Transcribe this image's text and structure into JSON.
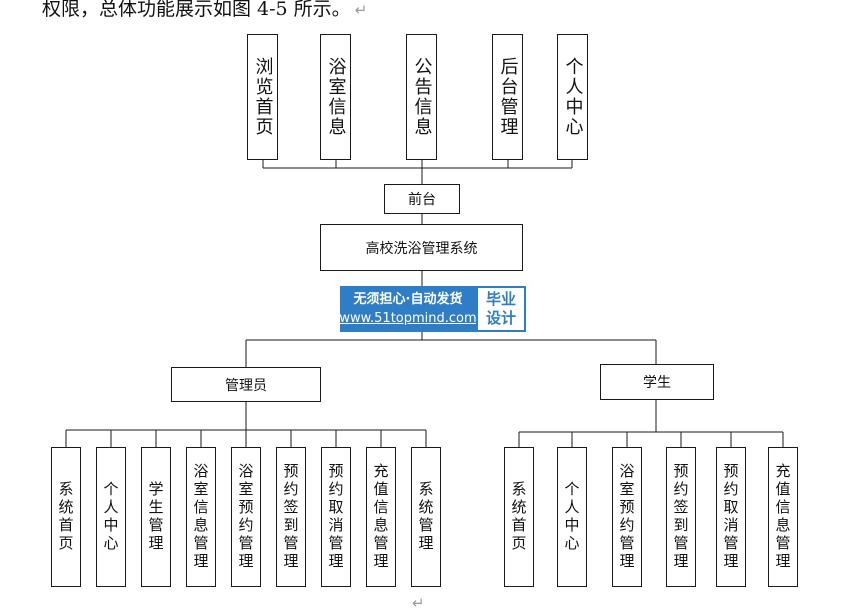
{
  "caption": "权限，总体功能展示如图 4-5 所示。",
  "return_mark": "↵",
  "top_modules": [
    "浏览首页",
    "浴室信息",
    "公告信息",
    "后台管理",
    "个人中心"
  ],
  "front": "前台",
  "system": "高校洗浴管理系统",
  "watermark": {
    "line1": "无须担心·自动发货",
    "line2": "www.51topmind.com",
    "badge1": "毕业",
    "badge2": "设计"
  },
  "admin": {
    "label": "管理员",
    "modules": [
      "系统首页",
      "个人中心",
      "学生管理",
      "浴室信息管理",
      "浴室预约管理",
      "预约签到管理",
      "预约取消管理",
      "充值信息管理",
      "系统管理"
    ]
  },
  "student": {
    "label": "学生",
    "modules": [
      "系统首页",
      "个人中心",
      "浴室预约管理",
      "预约签到管理",
      "预约取消管理",
      "充值信息管理"
    ]
  },
  "colors": {
    "line": "#1a1a1a",
    "watermark_blue": "#2f7dc4"
  }
}
